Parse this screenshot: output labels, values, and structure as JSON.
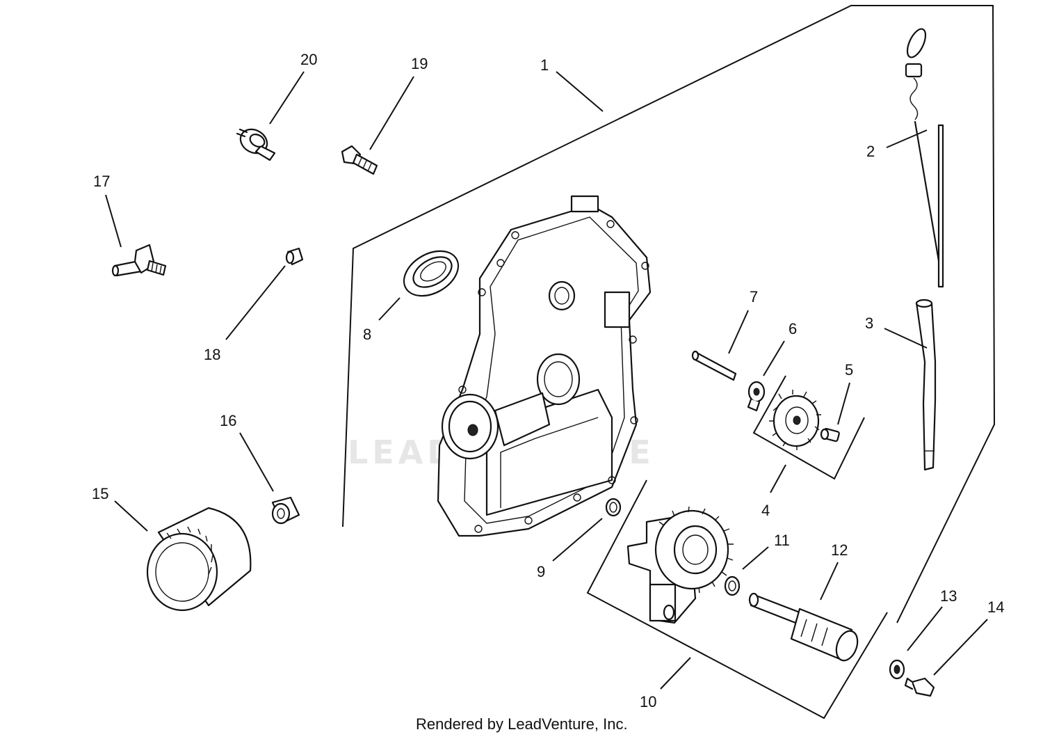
{
  "watermark": "LEADVENTURE",
  "credit": "Rendered by LeadVenture, Inc.",
  "callouts": [
    {
      "num": "1"
    },
    {
      "num": "2"
    },
    {
      "num": "3"
    },
    {
      "num": "4"
    },
    {
      "num": "5"
    },
    {
      "num": "6"
    },
    {
      "num": "7"
    },
    {
      "num": "8"
    },
    {
      "num": "9"
    },
    {
      "num": "10"
    },
    {
      "num": "11"
    },
    {
      "num": "12"
    },
    {
      "num": "13"
    },
    {
      "num": "14"
    },
    {
      "num": "15"
    },
    {
      "num": "16"
    },
    {
      "num": "17"
    },
    {
      "num": "18"
    },
    {
      "num": "19"
    },
    {
      "num": "20"
    }
  ],
  "colors": {
    "ink": "#111111",
    "paper": "#ffffff",
    "watermark": "#e6e6e6"
  }
}
